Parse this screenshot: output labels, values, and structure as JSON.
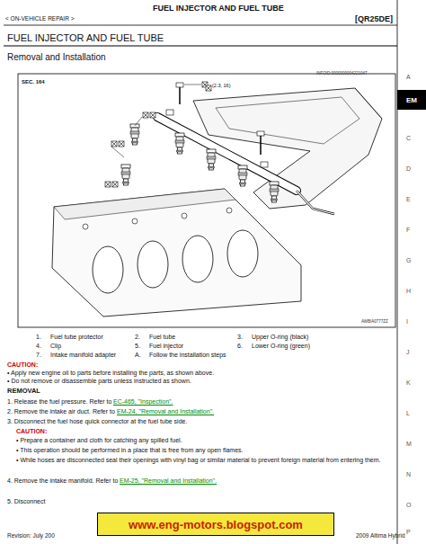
{
  "diagram": {
    "title": "FUEL INJECTOR AND FUEL TUBE",
    "nodes": [
      {
        "text": [
          "EM"
        ]
      },
      {
        "text": [
          "www.eng-motors.blogspot.com"
        ]
      }
    ],
    "labels": [
      "< ON-VEHICLE REPAIR >",
      "FUEL INJECTOR AND FUEL TUBE",
      "[QR25DE]",
      "Removal and Installation",
      "INFOID:0000000004221047",
      "SEC. 164",
      "(2.3, 16)",
      "AWBIA0777ZZ",
      "1.",
      "Fuel tube protector",
      "2.",
      "Fuel tube",
      "3.",
      "Upper O-ring (black)",
      "4.",
      "Clip",
      "5.",
      "Fuel injector",
      "6.",
      "Lower O-ring (green)",
      "7.",
      "Intake manifold adapter",
      "A.",
      "Follow the installation steps",
      "CAUTION:",
      "• Apply new engine oil to parts before installing the parts, as shown above.",
      "• Do not remove or disassemble parts unless instructed as shown.",
      "REMOVAL",
      "1. Release the fuel pressure. Refer to",
      "EC-465, \"Inspection\".",
      "2. Remove the intake air duct. Refer to",
      "EM-24, \"Removal and Installation\".",
      "3. Disconnect the fuel hose quick connector at the fuel tube side.",
      "CAUTION:",
      "• Prepare a container and cloth for catching any spilled fuel.",
      "• This operation should be performed in a place that is free from any open flames.",
      "• While hoses are disconnected seal their openings with vinyl bag or similar material to prevent foreign material from entering them.",
      "4. Remove the intake manifold. Refer to",
      "EM-25, \"Removal and Installation\".",
      "5. Disconnect",
      "Revision: July 200",
      "2009 Altima Hybrid",
      "A",
      "C",
      "D",
      "E",
      "F",
      "G",
      "H",
      "I",
      "J",
      "K",
      "L",
      "M",
      "N",
      "O",
      "P"
    ]
  }
}
